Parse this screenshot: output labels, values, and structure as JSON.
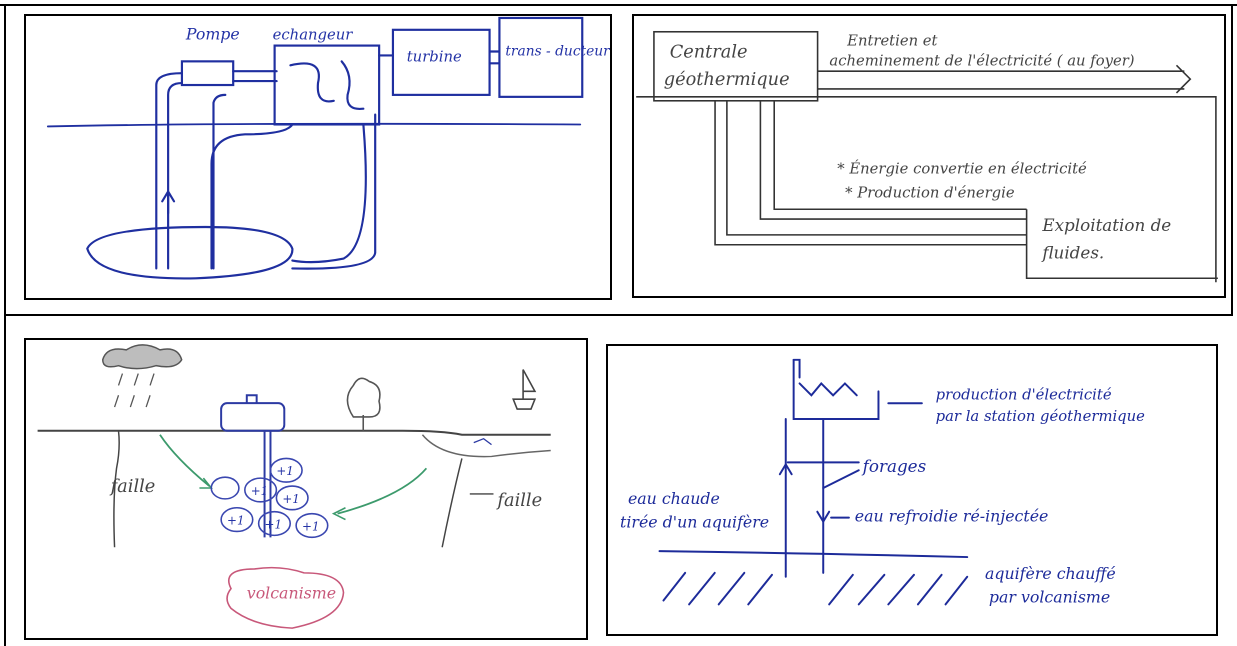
{
  "panels": {
    "p1": {
      "pompe": "Pompe",
      "echangeur": "echangeur",
      "turbine": "turbine",
      "transducteur": "trans - ducteur"
    },
    "p2": {
      "centrale": "Centrale géothermique",
      "entretien": "Entretien et acheminement de l'électricité ( au foyer)",
      "bullet1": "* Énergie convertie en électricité",
      "bullet2": "* Production d'énergie",
      "exploitation": "Exploitation de fluides."
    },
    "p3": {
      "faille_left": "faille",
      "faille_right": "faille",
      "volcanisme": "volcanisme",
      "plus_signs": [
        "+1",
        "+1",
        "+1",
        "+1",
        "+1",
        "+1"
      ]
    },
    "p4": {
      "production": "production d'électricité par la station géothermique",
      "forages": "forages",
      "eau_chaude": "eau chaude tirée d'un aquifère",
      "eau_refroidie": "eau refroidie ré-injectée",
      "aquifere": "aquifère chauffé par volcanisme"
    }
  }
}
